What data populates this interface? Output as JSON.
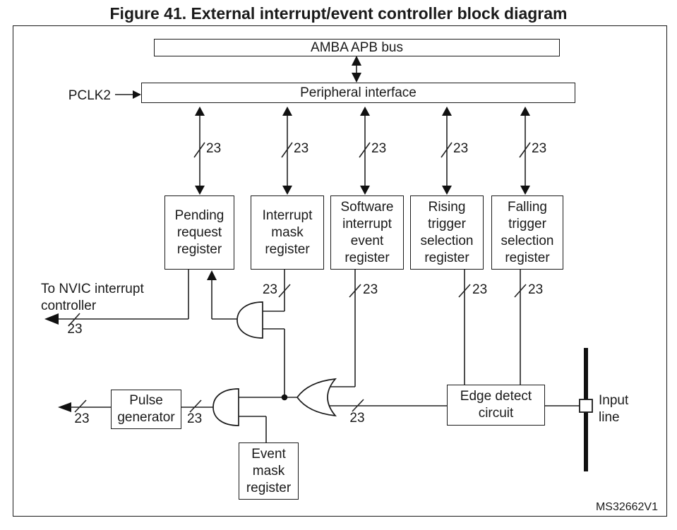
{
  "figure": {
    "title": "Figure 41. External interrupt/event controller block diagram",
    "watermark": "MS32662V1"
  },
  "blocks": {
    "amba_apb_bus": "AMBA APB bus",
    "peripheral_interface": "Peripheral interface",
    "pending_request_register": "Pending request register",
    "interrupt_mask_register": "Interrupt mask register",
    "software_interrupt_event_register": "Software interrupt event register",
    "rising_trigger_selection_register": "Rising trigger selection register",
    "falling_trigger_selection_register": "Falling trigger selection register",
    "pulse_generator": "Pulse generator",
    "event_mask_register": "Event mask register",
    "edge_detect_circuit": "Edge detect circuit"
  },
  "labels": {
    "pclk2": "PCLK2",
    "bus_width": "23",
    "to_nvic": "To NVIC interrupt controller",
    "input_line": "Input line"
  },
  "colors": {
    "line": "#1a1a1a",
    "background": "#ffffff"
  }
}
